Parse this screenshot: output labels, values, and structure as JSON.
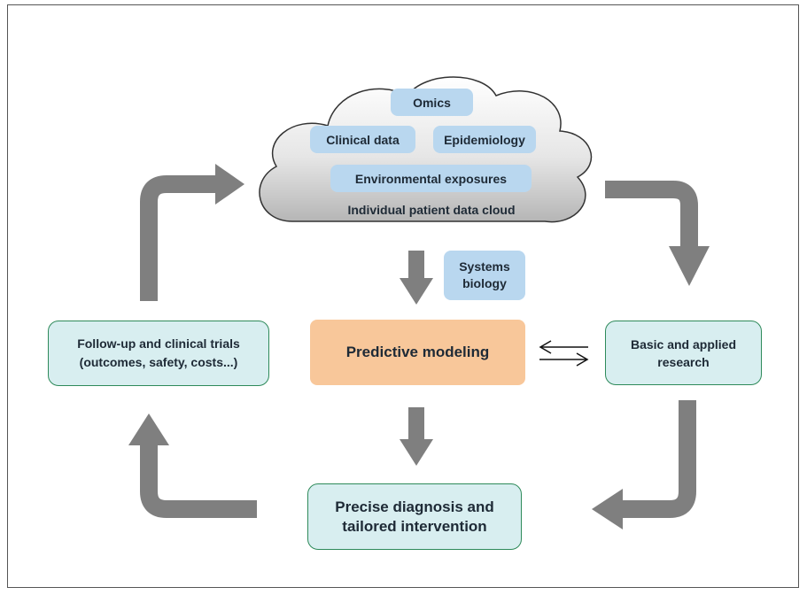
{
  "cloud": {
    "title": "Individual patient data cloud",
    "items": {
      "omics": "Omics",
      "clinical": "Clinical data",
      "epidemiology": "Epidemiology",
      "environmental": "Environmental exposures"
    }
  },
  "systems_biology": "Systems biology",
  "predictive_modeling": "Predictive modeling",
  "basic_research": "Basic and applied research",
  "follow_up": {
    "line1": "Follow-up and clinical trials",
    "line2": "(outcomes, safety, costs...)"
  },
  "diagnosis": {
    "line1": "Precise diagnosis and",
    "line2": "tailored intervention"
  },
  "colors": {
    "arrow": "#7f7f7f",
    "pill": "#b9d7ef",
    "predictive": "#f8c79a",
    "teal_fill": "#d8eef0",
    "teal_border": "#2e8a5a"
  }
}
